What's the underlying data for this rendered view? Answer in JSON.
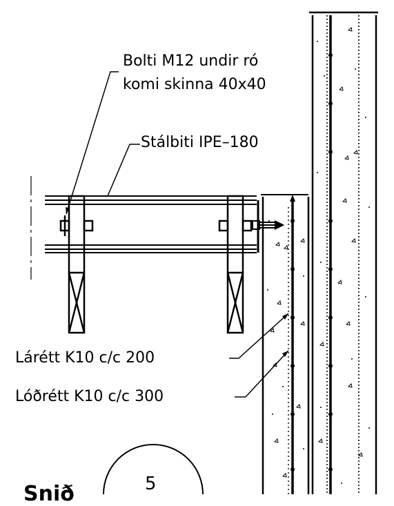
{
  "labels": {
    "bolt_line1": "Bolti M12 undir ró",
    "bolt_line2": "komi skinna 40x40",
    "beam": "Stálbiti IPE–180",
    "horizontal_rebar": "Lárétt K10 c/c 200",
    "vertical_rebar": "Lóðrétt K10 c/c 300"
  },
  "detail": {
    "number": "5",
    "title_fragment": "Snið"
  },
  "colors": {
    "line": "#000000",
    "background": "#ffffff"
  }
}
